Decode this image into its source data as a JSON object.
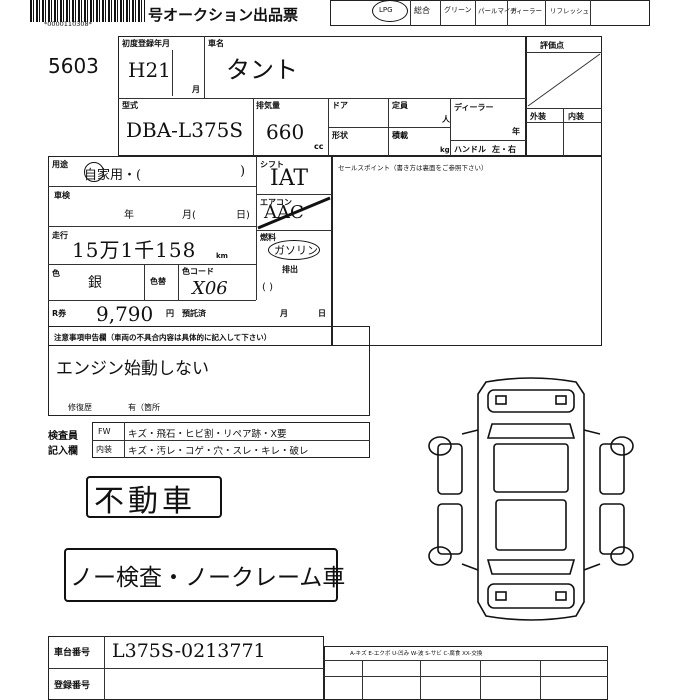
{
  "header": {
    "barcode_number": "*0000110308*",
    "title_suffix": "号オークション出品票",
    "fuel_options": [
      "LPG"
    ],
    "checkboxes": [
      "総合",
      "グリーン",
      "パールマイカ",
      "ディーラー",
      "リフレッシュ"
    ]
  },
  "lot": {
    "number": "5603"
  },
  "vehicle": {
    "first_reg_label": "初度登録年月",
    "first_reg_year": "H21",
    "first_reg_month_unit": "月",
    "name_label": "車名",
    "name": "タント",
    "model_label": "型式",
    "model": "DBA-L375S",
    "displacement_label": "排気量",
    "displacement": "660",
    "displacement_unit": "cc",
    "door_label": "ドア",
    "capacity_label": "定員",
    "capacity_unit": "人",
    "shape_label": "形状",
    "load_label": "積載",
    "load_unit": "kg",
    "dealer_label": "ディーラー",
    "handle_label": "ハンドル",
    "handle_values": "左・右",
    "year_unit": "年"
  },
  "usage": {
    "label": "用途",
    "value": "自家用・(",
    "close": ")"
  },
  "shaken": {
    "label": "車検",
    "year": "年",
    "month": "月(",
    "day": "日)"
  },
  "mileage": {
    "label": "走行",
    "value": "15万1千158",
    "unit": "km"
  },
  "color": {
    "label": "色",
    "value": "銀",
    "change_label": "色替",
    "code_label": "色コード",
    "code": "X06"
  },
  "transmission": {
    "label": "シフト",
    "value": "IAT",
    "ac_label": "エアコン",
    "ac_value": "AAC",
    "fuel_label": "燃料",
    "fuel_value": "ガソリン",
    "exhaust_label": "排出",
    "paren": "(        )"
  },
  "recycle": {
    "label": "R券",
    "value": "9,790",
    "unit": "円",
    "deposit_label": "預託済",
    "month": "月",
    "day": "日"
  },
  "notes": {
    "header": "注意事項申告欄（車両の不具合内容は具体的に記入して下さい）",
    "content": "エンジン始動しない",
    "repair_label": "修復歴",
    "repair_value": "有（箇所"
  },
  "sales_point": {
    "label": "セールスポイント（書き方は裏面をご参照下さい）"
  },
  "rating": {
    "label": "評価点",
    "exterior": "外装",
    "interior": "内装"
  },
  "inspector": {
    "label_line1": "検査員",
    "label_line2": "記入欄",
    "fw_label": "FW",
    "fw_items": "キズ・飛石・ヒビ割・リペア跡・X要",
    "interior_label": "内装",
    "interior_items": "キズ・汚レ・コゲ・穴・スレ・キレ・破レ"
  },
  "stamps": {
    "immobile": "不動車",
    "no_inspection": "ノー検査・ノークレーム車"
  },
  "bottom": {
    "chassis_label": "車台番号",
    "chassis_number": "L375S-0213771",
    "reg_label": "登録番号",
    "legend": "A-キズ  E-エクボ  U-凹み  W-波  S-サビ  C-腐食  XX-交換"
  }
}
